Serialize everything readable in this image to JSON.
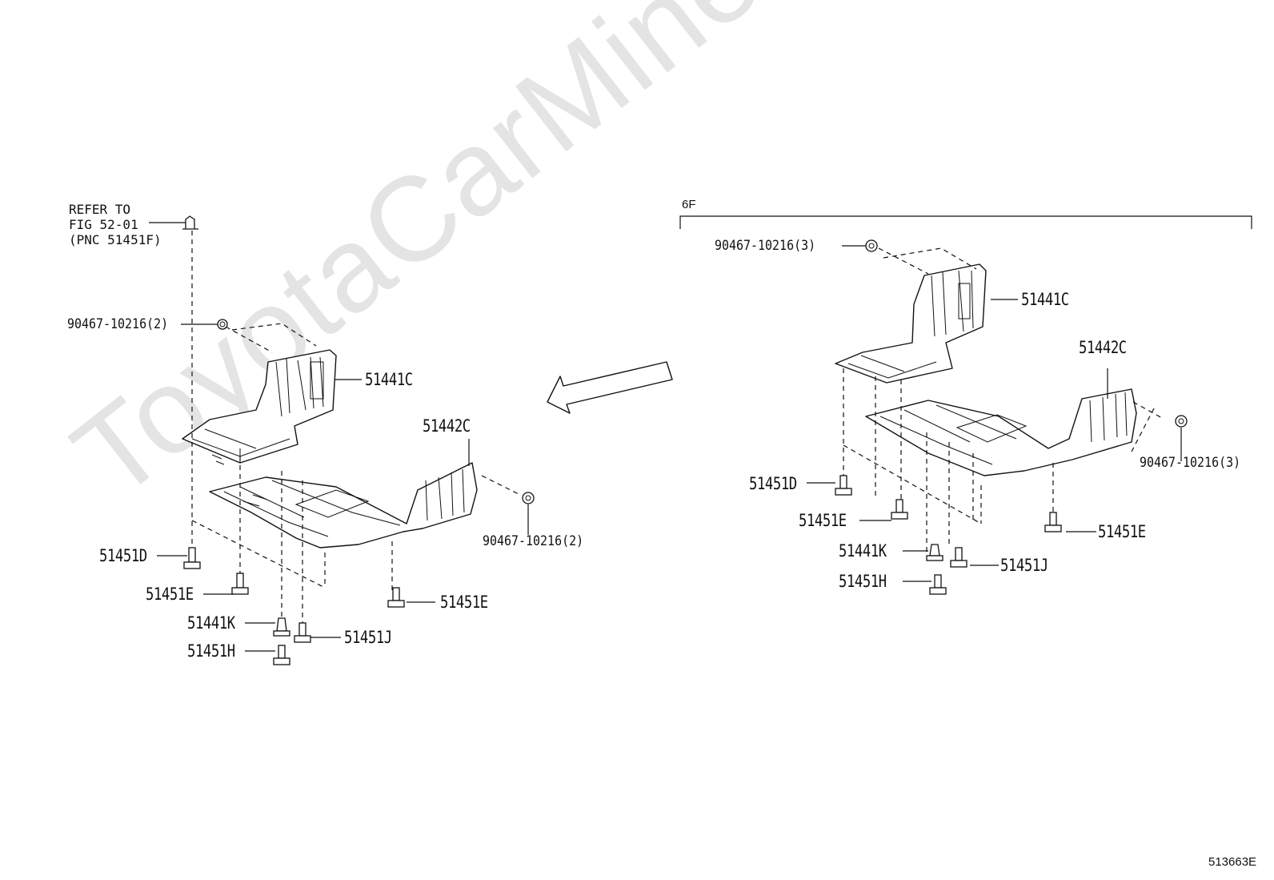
{
  "watermark": "ToyotaCarMine.ru",
  "figure_id": "513663E",
  "left_group": {
    "refer_note": [
      "REFER TO",
      "FIG 52-01",
      "(PNC 51451F)"
    ],
    "labels": {
      "nut_a": "90467-10216(2)",
      "upper_cover": "51441C",
      "lower_cover": "51442C",
      "nut_b": "90467-10216(2)",
      "screw_d": "51451D",
      "screw_e1": "51451E",
      "screw_e2": "51451E",
      "clip_k": "51441K",
      "screw_j": "51451J",
      "screw_h": "51451H"
    }
  },
  "right_group": {
    "bracket_label": "6F",
    "labels": {
      "nut_a": "90467-10216(3)",
      "upper_cover": "51441C",
      "lower_cover": "51442C",
      "nut_b": "90467-10216(3)",
      "screw_d": "51451D",
      "screw_e1": "51451E",
      "screw_e2": "51451E",
      "clip_k": "51441K",
      "screw_j": "51451J",
      "screw_h": "51451H"
    }
  }
}
